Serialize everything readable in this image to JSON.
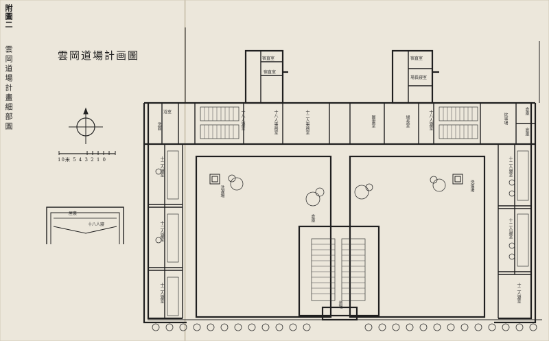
{
  "plate": {
    "caption": "附圖二",
    "vertical_title": "雲岡道場計畫細部圖",
    "plan_title": "雲岡道場計画圖",
    "scale_label": "10米 5 4 3 2 1 0"
  },
  "rooms": {
    "bath": "浴室",
    "shower": "洗面",
    "study_left": "十八人寢室",
    "office1": "十八人事務室",
    "office2": "十二人事務室",
    "reading": "圖書室",
    "director": "場長室",
    "study_right": "十八人寢室",
    "storage_top": "倉庫",
    "storage_right": "倉庫",
    "kitchen_r": "炊事場",
    "dorm_l1": "十二人寢室",
    "dorm_l2": "十二人寢室",
    "dorm_l3": "十二人寢室",
    "dorm_r1": "十二人寢室",
    "dorm_r2": "十二人寢室",
    "dorm_r3": "十二人寢室",
    "store_mid": "倉庫",
    "hall": "道場",
    "guard": "守衛室",
    "top_l1": "宿直室",
    "top_l2": "宿直室",
    "top_r1": "宿直室",
    "top_r2": "場長寢室",
    "well_l": "洗濯場",
    "well_r": "洗濯場",
    "section_top": "屋裏",
    "section_bottom": "十八人寢"
  }
}
